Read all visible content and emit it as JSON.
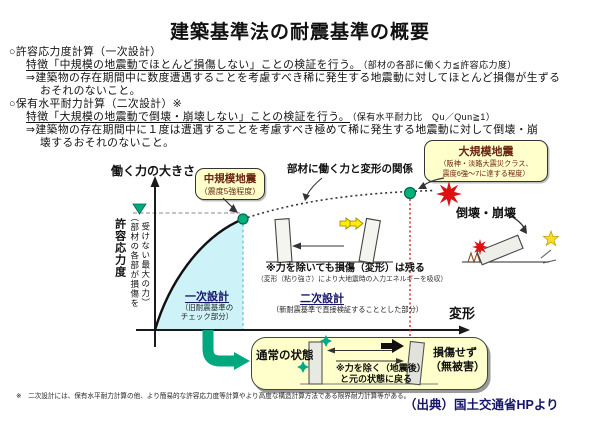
{
  "header": {
    "title": "建築基準法の耐震基準の概要"
  },
  "body": {
    "s1_heading": "○許容応力度計算（一次設計）",
    "s1_feature": "特徴「中規模の地震動でほとんど損傷しない」ことの検証を行う。",
    "s1_note": "（部材の各部に働く力≦許容応力度）",
    "s1_detail1": "⇒建築物の存在期間中に数度遭遇することを考慮すべき稀に発生する地震動に対してほとんど損傷が生ずる",
    "s1_detail2": "おそれのないこと。",
    "s2_heading": "○保有水平耐力計算（二次設計）※",
    "s2_feature": "特徴「大規模の地震動で倒壊・崩壊しない」ことの検証を行う。",
    "s2_note": "（保有水平耐力比　Qu／Qun≧1）",
    "s2_detail1": "⇒建築物の存在期間中に１度は遭遇することを考慮すべき極めて稀に発生する地震動に対して倒壊・崩",
    "s2_detail2": "壊するおそれのないこと。"
  },
  "diagram": {
    "y_axis_label": "働く力の大きさ",
    "allowable_stress": "許容応力度",
    "allowable_paren1": "（部材の各部が損傷を",
    "allowable_paren2": "受けない最大の力）",
    "chart_title": "部材に働く力と変形の関係",
    "x_axis_label": "変形",
    "bubble_medium": {
      "title": "中規模地震",
      "sub": "（震度5強程度）"
    },
    "bubble_large": {
      "title": "大規模地震",
      "sub1": "（阪神・淡路大震災クラス、",
      "sub2": "震度6強～7に達する程度）"
    },
    "collapse_label": "倒壊・崩壊",
    "damage_note": "※力を除いても損傷（変形）は残る",
    "damage_subnote": "（変形（粘り強さ）により大地震時の入力エネルギーを吸収）",
    "primary": {
      "title": "一次設計",
      "sub1": "（旧耐震基準の",
      "sub2": "チェック部分）"
    },
    "secondary": {
      "title": "二次設計",
      "sub": "（新耐震基準で直接検証することとした部分）"
    },
    "normal_box": {
      "state_label": "通常の状態",
      "restore1": "※力を除く（地震後）",
      "restore2": "と元の状態に戻る",
      "no_damage1": "損傷せず",
      "no_damage2": "（無被害）"
    }
  },
  "footer": {
    "footnote": "※　二次設計には、保有水平耐力計算の他、より簡易的な許容応力度等計算やより高度な構造計算方法である限界耐力計算等がある。",
    "source": "（出典）国土交通省HPより"
  },
  "colors": {
    "curve_fill": "#cdf2f7",
    "bubble_bg": "#ffffcc",
    "green_accent": "#00a87e",
    "red_accent": "#dd1111",
    "navy_text": "#16166b",
    "yellow_arrow": "#ffee00"
  }
}
